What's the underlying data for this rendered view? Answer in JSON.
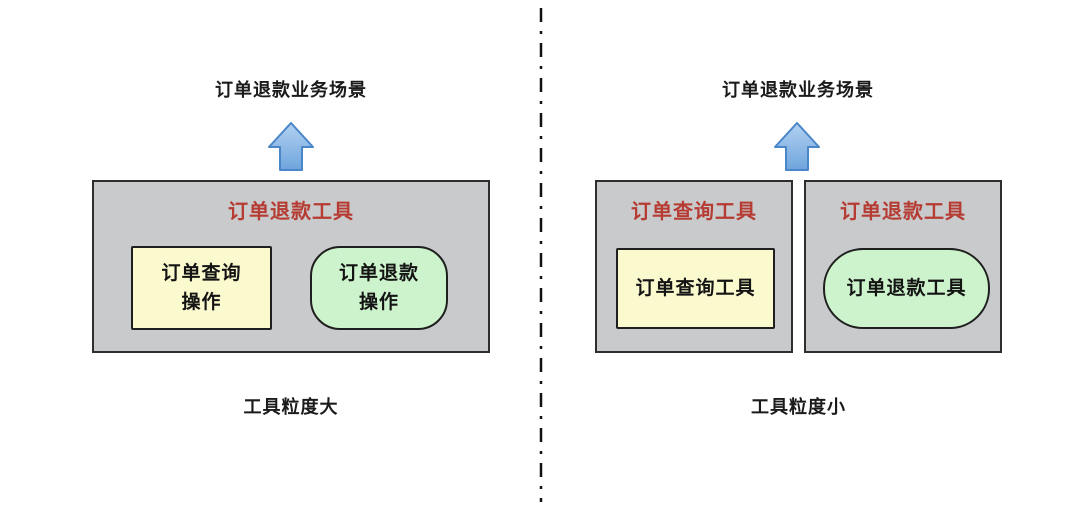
{
  "colors": {
    "container_fill": "#c9cacb",
    "container_border": "#2e2e2e",
    "query_shape_fill": "#fbf9ce",
    "refund_shape_fill": "#cdf3cc",
    "shape_border": "#1f1f1f",
    "tool_title_red": "#b53b33",
    "arrow_fill_top": "#b3d1f1",
    "arrow_fill_bottom": "#6ea5dd",
    "arrow_stroke": "#4a86c8",
    "divider_color": "#111111",
    "text_color": "#1b1b1b",
    "background": "#ffffff"
  },
  "left": {
    "scenario_title": "订单退款业务场景",
    "tool_box": {
      "title": "订单退款工具",
      "operations": [
        {
          "label": "订单查询\n操作",
          "shape": "rectangle"
        },
        {
          "label": "订单退款\n操作",
          "shape": "rounded"
        }
      ]
    },
    "caption": "工具粒度大"
  },
  "right": {
    "scenario_title": "订单退款业务场景",
    "tool_boxes": [
      {
        "title": "订单查询工具",
        "inner_label": "订单查询工具",
        "shape": "rectangle"
      },
      {
        "title": "订单退款工具",
        "inner_label": "订单退款工具",
        "shape": "rounded"
      }
    ],
    "caption": "工具粒度小"
  }
}
